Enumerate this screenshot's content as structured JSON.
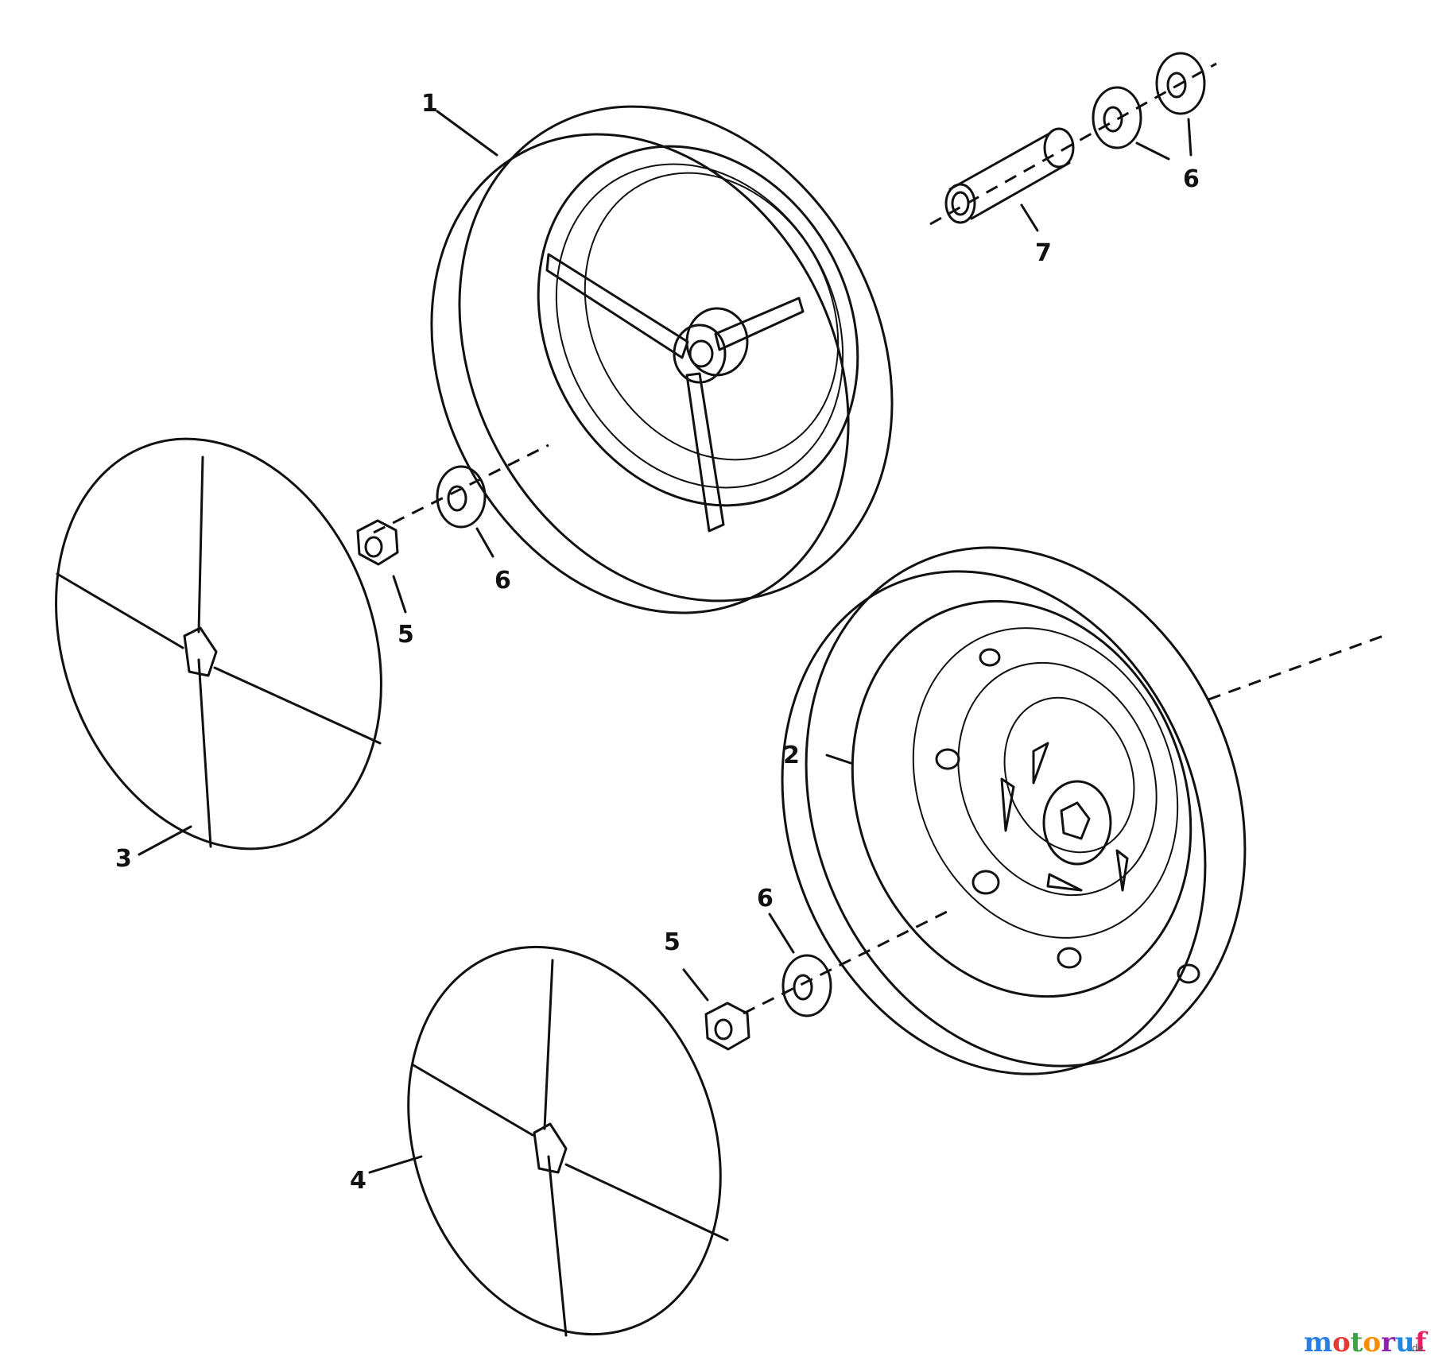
{
  "callouts": {
    "c1": "1",
    "c2": "2",
    "c3": "3",
    "c4": "4",
    "c5a": "5",
    "c5b": "5",
    "c6a": "6",
    "c6b": "6",
    "c6c": "6",
    "c7": "7"
  },
  "watermark": {
    "w1": "m",
    "w2": "o",
    "w3": "t",
    "w4": "o",
    "w5": "r",
    "w6": "u",
    "w7": "f",
    "tld": ".de",
    "colors": [
      "#2a7de1",
      "#e53935",
      "#43a047",
      "#fb8c00",
      "#8e24aa",
      "#1e88e5",
      "#e91e63"
    ]
  }
}
